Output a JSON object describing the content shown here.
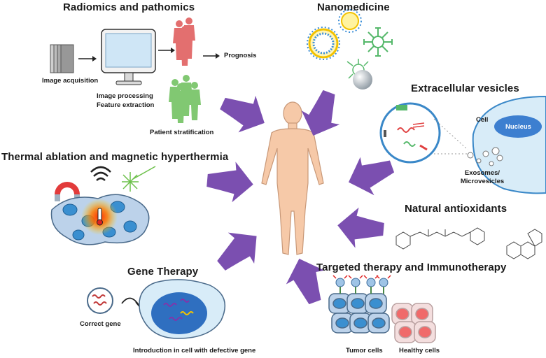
{
  "sections": {
    "radiomics": {
      "title": "Radiomics and pathomics",
      "image_acquisition": "Image acquisition",
      "image_processing": "Image processing",
      "feature_extraction": "Feature extraction",
      "prognosis": "Prognosis",
      "patient_stratification": "Patient stratification"
    },
    "nanomedicine": {
      "title": "Nanomedicine"
    },
    "extracellular_vesicles": {
      "title": "Extracellular vesicles",
      "cell": "Cell",
      "nucleus": "Nucleus",
      "exosomes": "Exosomes/",
      "microvesicles": "Microvesicles"
    },
    "thermal": {
      "title": "Thermal ablation and magnetic hyperthermia"
    },
    "antioxidants": {
      "title": "Natural antioxidants"
    },
    "gene_therapy": {
      "title": "Gene Therapy",
      "correct_gene": "Correct gene",
      "introduction": "Introduction in cell with defective gene"
    },
    "targeted": {
      "title": "Targeted therapy and Immunotherapy",
      "tumor_cells": "Tumor cells",
      "healthy_cells": "Healthy cells"
    }
  },
  "colors": {
    "arrow_purple": "#7b4fb0",
    "skin": "#f6c9a8",
    "cell_blue": "#bcd2ea",
    "nucleus_blue": "#2f86c8",
    "healthy_red": "#f06a6a",
    "red_silhouette": "#e06060",
    "green_silhouette": "#6cbf5a",
    "vesicle_fill": "#d8ecf8"
  }
}
